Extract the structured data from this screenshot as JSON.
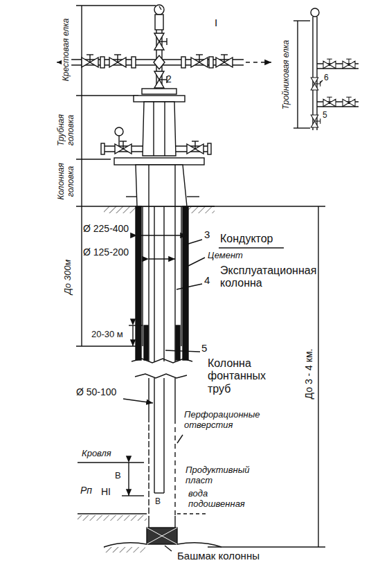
{
  "diagram": {
    "labels": [
      "Крестовая елка",
      "Трубная головка",
      "Колонная головка",
      "I",
      "2",
      "Тройниковая елка",
      "6",
      "5",
      "Ø 225-400",
      "Ø 125-200",
      "3",
      "Кондуктор",
      "Цемент",
      "Эксплуатационная колонна",
      "4",
      "До 300м",
      "20-30 м",
      "5",
      "Колонна фонтанных труб",
      "Ø 50-100",
      "Кровля",
      "Перфорационные отверстия",
      "Продуктивный пласт",
      "вода подошвенная",
      "Pп",
      "HI",
      "В",
      "В",
      "До 3 - 4 км.",
      "Башмак колонны"
    ]
  }
}
